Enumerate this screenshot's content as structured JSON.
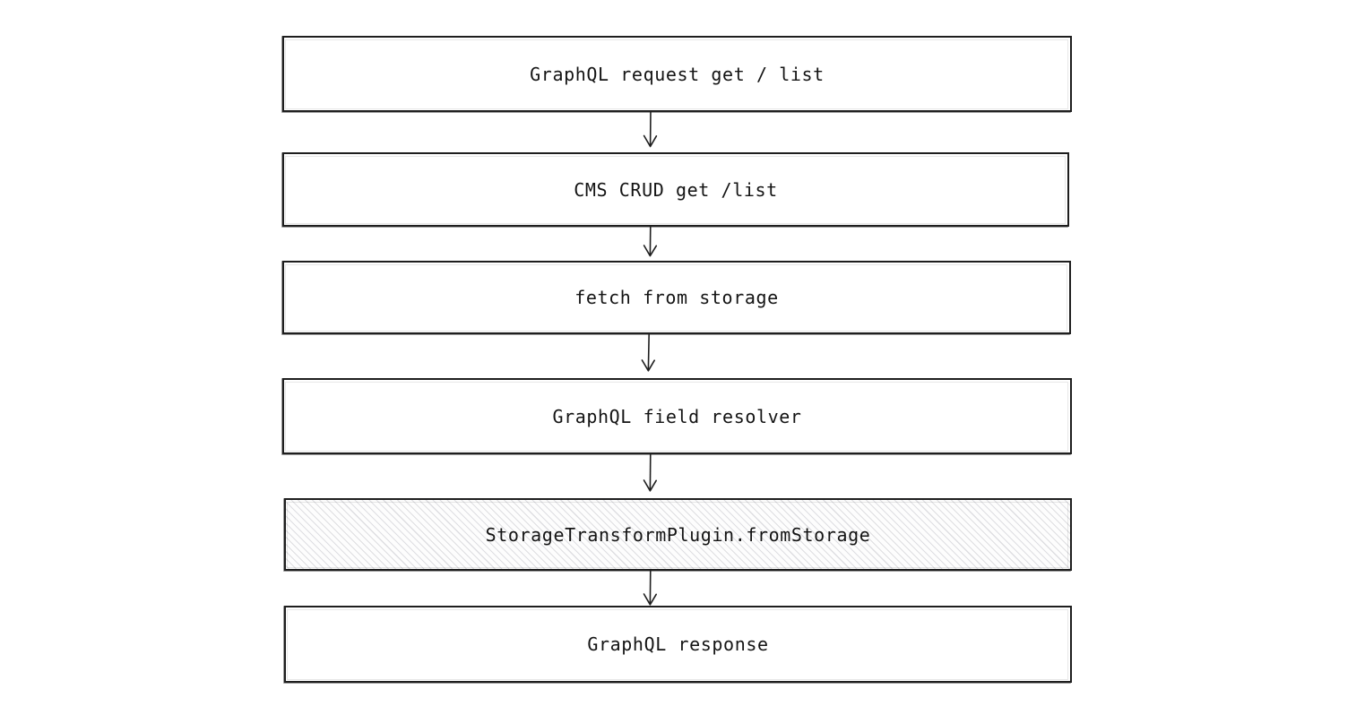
{
  "diagram": {
    "type": "flowchart",
    "orientation": "top-to-bottom",
    "style": "hand-drawn-sketch",
    "background_color": "#ffffff",
    "stroke_color": "#1e1e1e",
    "text_color": "#141414",
    "highlight_fill": "#fdfdfd",
    "highlight_hatch_color": "#9696a2",
    "nodes": [
      {
        "id": "graphql-request",
        "label": "GraphQL request get / list",
        "highlighted": false
      },
      {
        "id": "cms-crud",
        "label": "CMS CRUD get /list",
        "highlighted": false
      },
      {
        "id": "fetch-from-storage",
        "label": "fetch from storage",
        "highlighted": false
      },
      {
        "id": "graphql-field-resolver",
        "label": "GraphQL field resolver",
        "highlighted": false
      },
      {
        "id": "storage-transform-plugin",
        "label": "StorageTransformPlugin.fromStorage",
        "highlighted": true
      },
      {
        "id": "graphql-response",
        "label": "GraphQL response",
        "highlighted": false
      }
    ],
    "edges": [
      {
        "from": "graphql-request",
        "to": "cms-crud",
        "label": ""
      },
      {
        "from": "cms-crud",
        "to": "fetch-from-storage",
        "label": ""
      },
      {
        "from": "fetch-from-storage",
        "to": "graphql-field-resolver",
        "label": ""
      },
      {
        "from": "graphql-field-resolver",
        "to": "storage-transform-plugin",
        "label": ""
      },
      {
        "from": "storage-transform-plugin",
        "to": "graphql-response",
        "label": ""
      }
    ]
  }
}
